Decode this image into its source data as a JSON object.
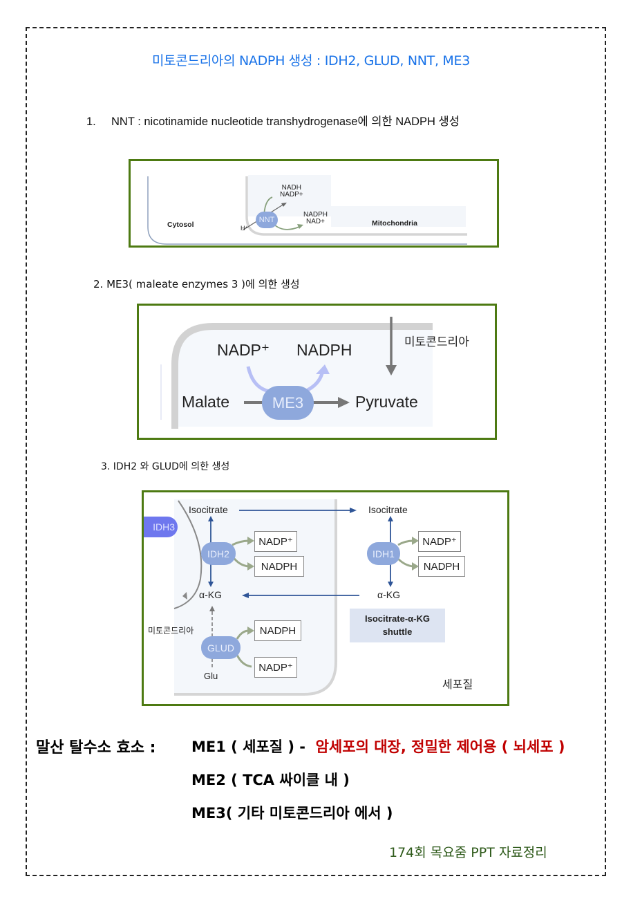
{
  "title": "미토콘드리아의 NADPH 생성 :  IDH2,  GLUD, NNT,  ME3",
  "colors": {
    "title_blue": "#1a73e8",
    "panel_border_green": "#4d7a12",
    "enzyme_blue": "#8ea8dc",
    "arrow_blue": "#2f5597",
    "arrow_green_gray": "#9aa88a",
    "highlight_red": "#c00000",
    "credit_green": "#2e5a1a"
  },
  "sections": [
    {
      "number": "1.",
      "heading": "NNT : nicotinamide nucleotide transhydrogenase에 의한 NADPH 생성",
      "diagram": {
        "cytosol_label": "Cytosol",
        "mitochondria_label": "Mitochondria",
        "enzyme": "NNT",
        "proton": "H⁺",
        "inputs": [
          "NADH",
          "NADP+"
        ],
        "outputs": [
          "NADPH",
          "NAD+"
        ]
      }
    },
    {
      "heading": "2. ME3( maleate enzymes 3 )에 의한 생성",
      "diagram": {
        "compartment_label": "미토콘드리아",
        "cofactor_in": "NADP⁺",
        "cofactor_out": "NADPH",
        "substrate": "Malate",
        "enzyme": "ME3",
        "product": "Pyruvate"
      }
    },
    {
      "heading": "3.  IDH2 와 GLUD에 의한 생성",
      "diagram": {
        "mito": {
          "isocitrate": "Isocitrate",
          "akg": "α-KG",
          "idh3": "IDH3",
          "idh2": "IDH2",
          "idh2_boxes": [
            "NADP⁺",
            "NADPH"
          ],
          "glud": "GLUD",
          "glud_boxes": [
            "NADPH",
            "NADP⁺"
          ],
          "glu": "Glu",
          "label": "미토콘드리아"
        },
        "cyto": {
          "isocitrate": "Isocitrate",
          "akg": "α-KG",
          "idh1": "IDH1",
          "idh1_boxes": [
            "NADP⁺",
            "NADPH"
          ],
          "shuttle_line1": "Isocitrate-α-KG",
          "shuttle_line2": "shuttle",
          "label": "세포질"
        }
      }
    }
  ],
  "summary": {
    "label": "말산 탈수소 효소 :",
    "me1_prefix": "ME1 ( 세포질 ) -",
    "me1_note": "암세포의 대장, 정밀한 제어용 ( 뇌세포 )",
    "me2": "ME2 ( TCA 싸이클 내 )",
    "me3": "ME3( 기타 미토콘드리아 에서 )"
  },
  "credit": "174회 목요줌 PPT 자료정리"
}
